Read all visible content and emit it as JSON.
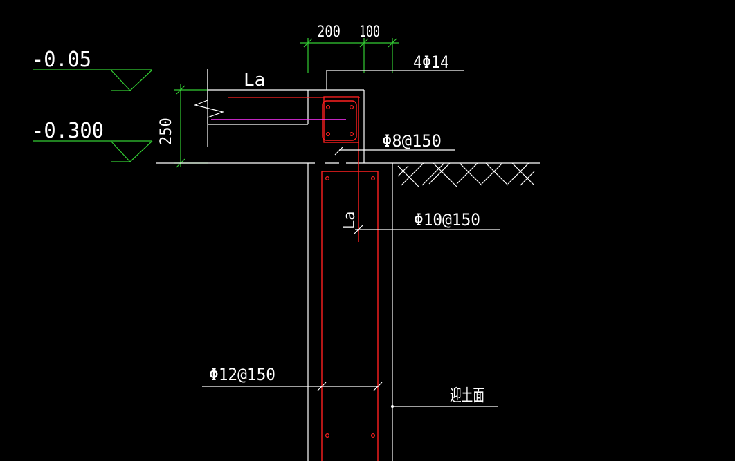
{
  "drawing": {
    "elevation_top": "-0.05",
    "elevation_bottom": "-0.300",
    "slab_anchor_label": "La",
    "wall_anchor_label": "La",
    "dim_slab_thickness": "250",
    "dim_width_1": "200",
    "dim_width_2": "100",
    "rebar_top_bars": "4Φ14",
    "rebar_stirrup": "Φ8@150",
    "rebar_wall_inner": "Φ10@150",
    "rebar_wall_outer": "Φ12@150",
    "soil_face_label": "迎土面"
  },
  "colors": {
    "background": "#000000",
    "outline": "#ffffff",
    "dimension": "#33cc33",
    "rebar": "#ff2020",
    "slab_bar": "#ff33ff"
  }
}
